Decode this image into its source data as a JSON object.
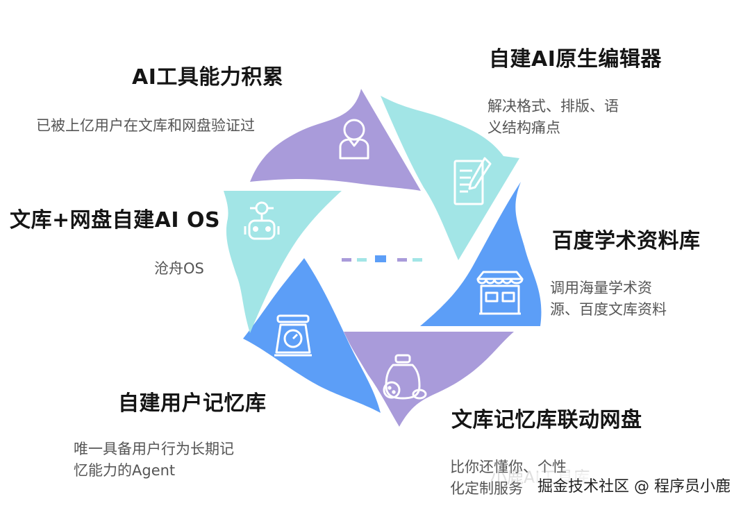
{
  "segments": [
    {
      "key": "tl",
      "color": "#A99BDA",
      "title": "AI工具能力积累",
      "desc": [
        "已被上亿用户在文库和网盘验证过"
      ],
      "icon": "user-icon"
    },
    {
      "key": "tr",
      "color": "#A2E5E6",
      "title": "自建AI原生编辑器",
      "desc": [
        "解决格式、排版、语",
        "义结构痛点"
      ],
      "icon": "document-pencil-icon"
    },
    {
      "key": "r",
      "color": "#5C9EF7",
      "title": "百度学术资料库",
      "desc": [
        "调用海量学术资",
        "源、百度文库资料"
      ],
      "icon": "store-icon"
    },
    {
      "key": "br",
      "color": "#A99BDA",
      "title": "文库记忆库联动网盘",
      "desc": [
        "比你还懂你、个性",
        "化定制服务"
      ],
      "icon": "jars-icon"
    },
    {
      "key": "bl",
      "color": "#5C9EF7",
      "title": "自建用户记忆库",
      "desc": [
        "唯一具备用户行为长期记",
        "忆能力的Agent"
      ],
      "icon": "scale-icon"
    },
    {
      "key": "l",
      "color": "#A2E5E6",
      "title": "文库+网盘自建AI OS",
      "desc": [
        "沧舟OS"
      ],
      "icon": "robot-icon"
    }
  ],
  "watermark": "掘金技术社区 @ 程序员小鹿",
  "ghost_text": "小鹿AI工具库"
}
